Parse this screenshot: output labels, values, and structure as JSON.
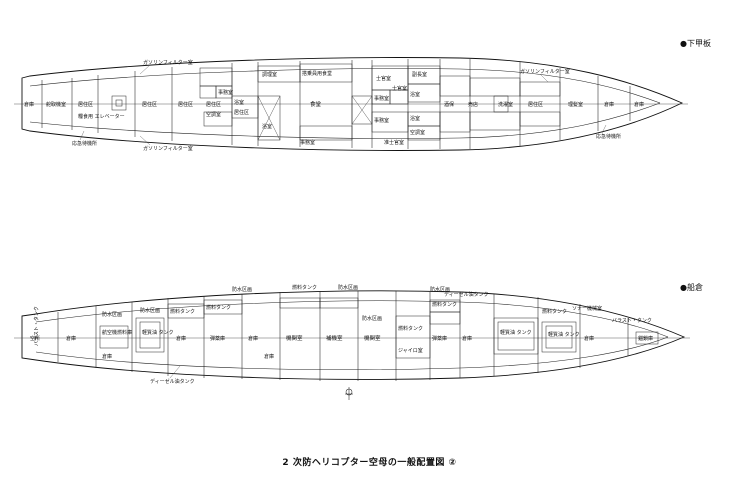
{
  "caption": "2 次防ヘリコプター空母の一般配置図 ②",
  "top_deck": {
    "title": "●下甲板",
    "labels": {
      "storage_stern": "倉庫",
      "steering_room": "舵取機室",
      "living_1": "居住区",
      "living_2": "居住区",
      "living_3": "居住区",
      "living_4": "居住区",
      "living_5": "居住区",
      "cargo_elevator": "糧食用 エレベーター",
      "emergency_gen_aft": "応急待機所",
      "gasoline_filter_aft_top": "ガソリンフィルター室",
      "gasoline_filter_aft_bottom": "ガソリンフィルター室",
      "cooking": "調理室",
      "crew_mess_cook": "搭乗員用食堂",
      "mess_hall": "食堂",
      "bath_1": "浴室",
      "bath_2": "浴室",
      "bath_3": "浴室",
      "bath_4": "浴室",
      "aircon_1": "空調室",
      "aircon_2": "空調室",
      "office_1": "事務室",
      "office_2": "事務室",
      "office_3": "事務室",
      "office_4": "事務室",
      "petty_officer": "士官室",
      "petty_officer_2": "士官室",
      "warrant_officer": "准士官室",
      "vice_captain": "副長室",
      "laundry": "洗濯室",
      "canteen": "酒保",
      "ship_store": "売店",
      "gasoline_filter_fwd": "ガソリンフィルター室",
      "living_fwd": "居住区",
      "storage_fwd_1": "倉庫",
      "storage_fwd_2": "倉庫",
      "emergency_gen_fwd": "応急待機所",
      "barber": "理髪室"
    }
  },
  "bottom_deck": {
    "title": "●船倉",
    "labels": {
      "void_stern": "空所",
      "ballast_tank_aft": "バラスト・タンク",
      "storage_1": "倉庫",
      "storage_2": "倉庫",
      "storage_3": "倉庫",
      "storage_4": "倉庫",
      "storage_5": "倉庫",
      "storage_6": "倉庫",
      "storage_7": "倉庫",
      "watertight_1": "防水区画",
      "watertight_2": "防水区画",
      "watertight_3": "防水区画",
      "watertight_4": "防水区画",
      "watertight_5": "防水区画",
      "watertight_6": "防水区画",
      "aviation_fuel_storage": "航空機燃料庫",
      "light_oil_tank_1": "軽質油 タンク",
      "light_oil_tank_2": "軽質油 タンク",
      "light_oil_tank_3": "軽質油 タンク",
      "fuel_tank_1": "燃料タンク",
      "fuel_tank_2": "燃料タンク",
      "fuel_tank_3": "燃料タンク",
      "fuel_tank_4": "燃料タンク",
      "fuel_tank_5": "燃料タンク",
      "fuel_tank_6": "燃料タンク",
      "diesel_tank_1": "ディーゼル油タンク",
      "diesel_tank_2": "ディーゼル油タンク",
      "magazine_1": "弾薬庫",
      "magazine_2": "弾薬庫",
      "engine_1": "機関室",
      "engine_2": "補機室",
      "engine_3": "機関室",
      "gyro": "ジャイロ室",
      "sonar": "ソナー機械室",
      "ballast_tank_fwd": "バラスト・タンク",
      "chain_locker": "錨鎖庫"
    }
  }
}
